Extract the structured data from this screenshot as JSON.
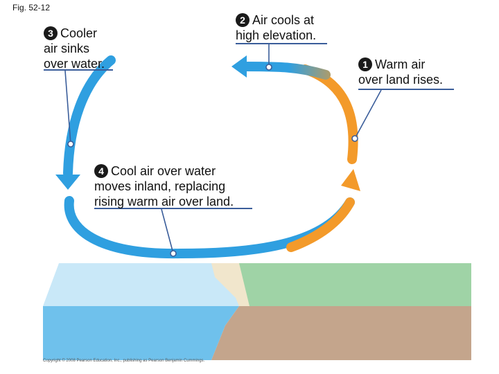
{
  "figure_label": "Fig. 52-12",
  "steps": [
    {
      "number": "1",
      "text": [
        "Warm air",
        "over land rises."
      ]
    },
    {
      "number": "2",
      "text": [
        "Air cools at",
        "high elevation."
      ]
    },
    {
      "number": "3",
      "text": [
        "Cooler",
        "air sinks",
        "over water."
      ]
    },
    {
      "number": "4",
      "text": [
        "Cool air over water",
        "moves inland, replacing",
        "rising warm air over land."
      ]
    }
  ],
  "copyright": "Copyright © 2008 Pearson Education, Inc., publishing as Pearson Benjamin Cummings.",
  "colors": {
    "cool_air": "#2f9fe0",
    "warm_air": "#f39a2a",
    "water": "#c9e8f8",
    "water_front": "#6fc1ec",
    "land_top": "#9fd3a6",
    "land_front": "#c4a58c"
  }
}
